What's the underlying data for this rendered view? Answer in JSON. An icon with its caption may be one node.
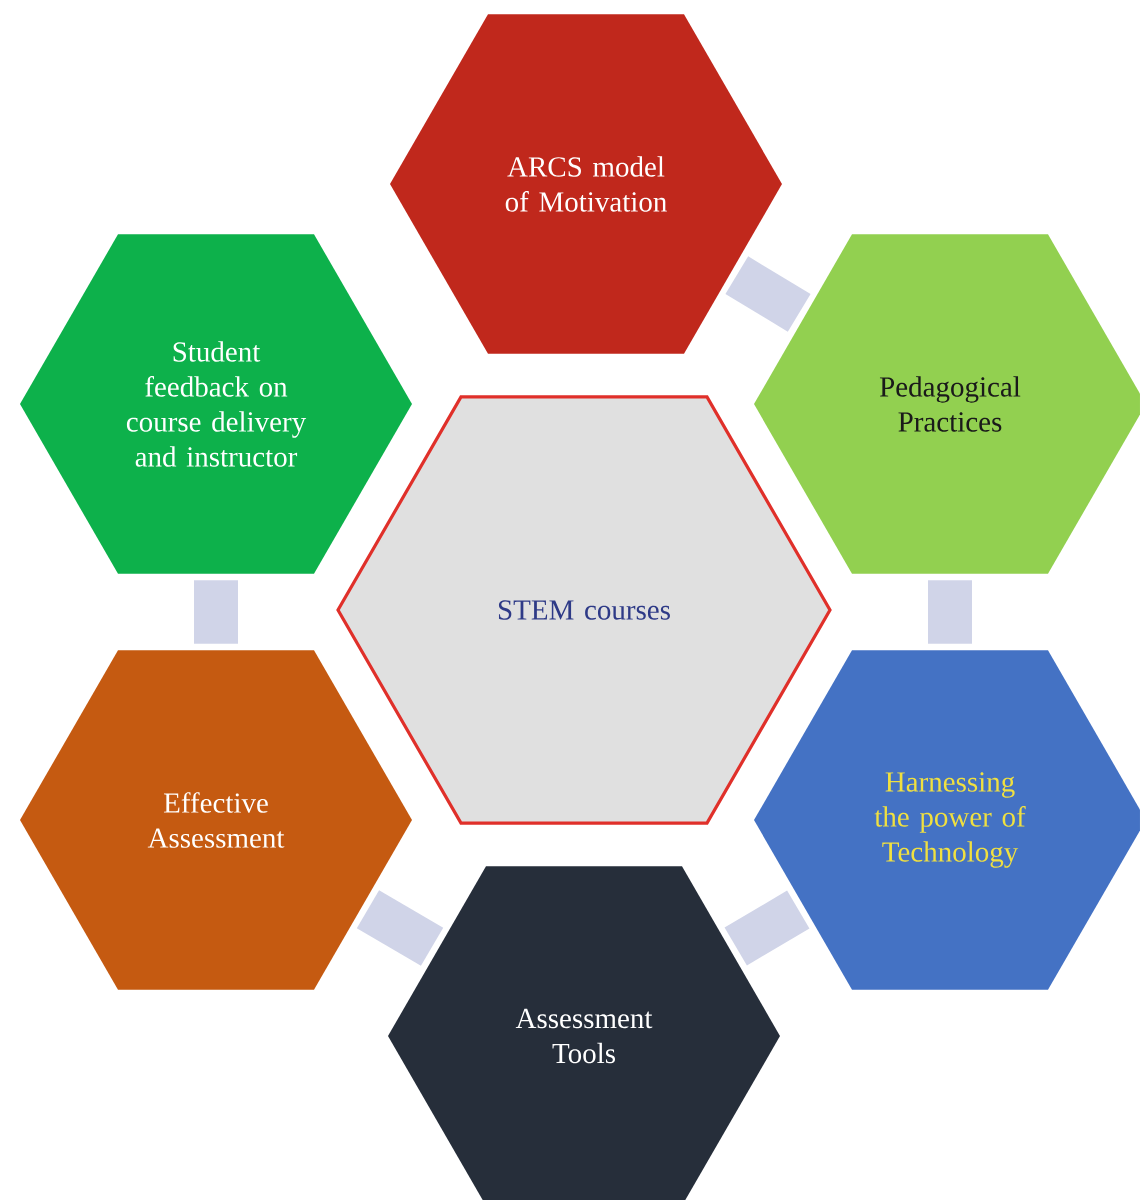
{
  "diagram": {
    "nodes": [
      {
        "text": [
          "STEM courses"
        ]
      },
      {
        "text": [
          "ARCS model of Motivation"
        ]
      },
      {
        "text": [
          "Pedagogical Practices"
        ]
      },
      {
        "text": [
          "Harnessing the power of Technology"
        ]
      },
      {
        "text": [
          "Assessment Tools"
        ]
      },
      {
        "text": [
          "Effective Assessment"
        ]
      },
      {
        "text": [
          "Student feedback on course delivery and instructor"
        ]
      }
    ],
    "edges": [
      {
        "from": 1,
        "to": 2,
        "arrow": "none"
      },
      {
        "from": 2,
        "to": 3,
        "arrow": "none"
      },
      {
        "from": 3,
        "to": 4,
        "arrow": "none"
      },
      {
        "from": 4,
        "to": 5,
        "arrow": "none"
      },
      {
        "from": 5,
        "to": 6,
        "arrow": "none"
      }
    ]
  }
}
